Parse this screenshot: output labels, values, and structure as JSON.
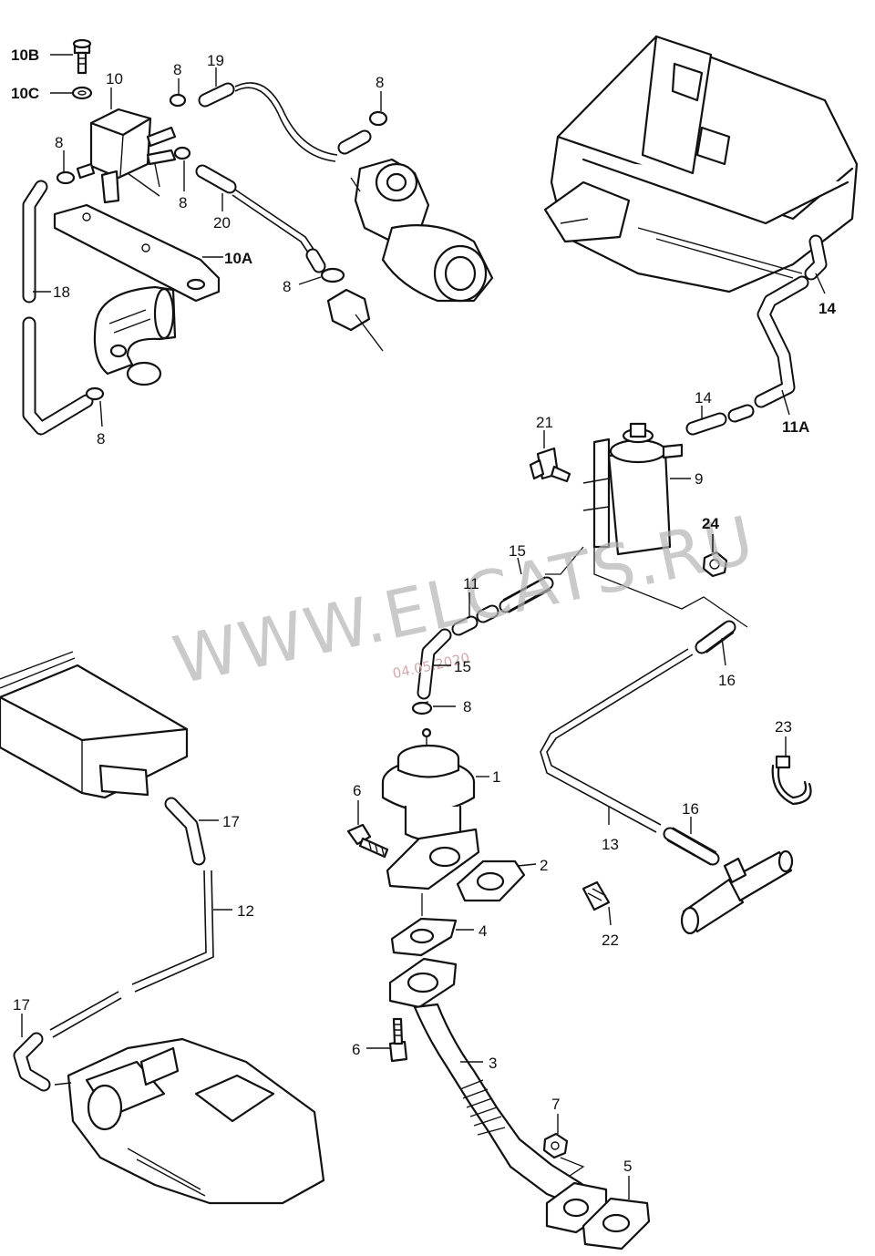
{
  "watermark": {
    "text": "WWW.ELCATS.RU",
    "date": "04.05.2020"
  },
  "labels": {
    "l10b": "10B",
    "l10c": "10C",
    "l10": "10",
    "l8a": "8",
    "l19": "19",
    "l8b": "8",
    "l8c": "8",
    "l8d": "8",
    "l20": "20",
    "l10a": "10A",
    "l8e": "8",
    "l18": "18",
    "l8f": "8",
    "l14a": "14",
    "l14b": "14",
    "l11a": "11A",
    "l21": "21",
    "l9": "9",
    "l24": "24",
    "l15a": "15",
    "l11": "11",
    "l15b": "15",
    "l8g": "8",
    "l16a": "16",
    "l1": "1",
    "l6a": "6",
    "l2": "2",
    "l23": "23",
    "l13": "13",
    "l16b": "16",
    "l22": "22",
    "l4": "4",
    "l17a": "17",
    "l12": "12",
    "l17b": "17",
    "l6b": "6",
    "l3": "3",
    "l7": "7",
    "l5": "5"
  }
}
